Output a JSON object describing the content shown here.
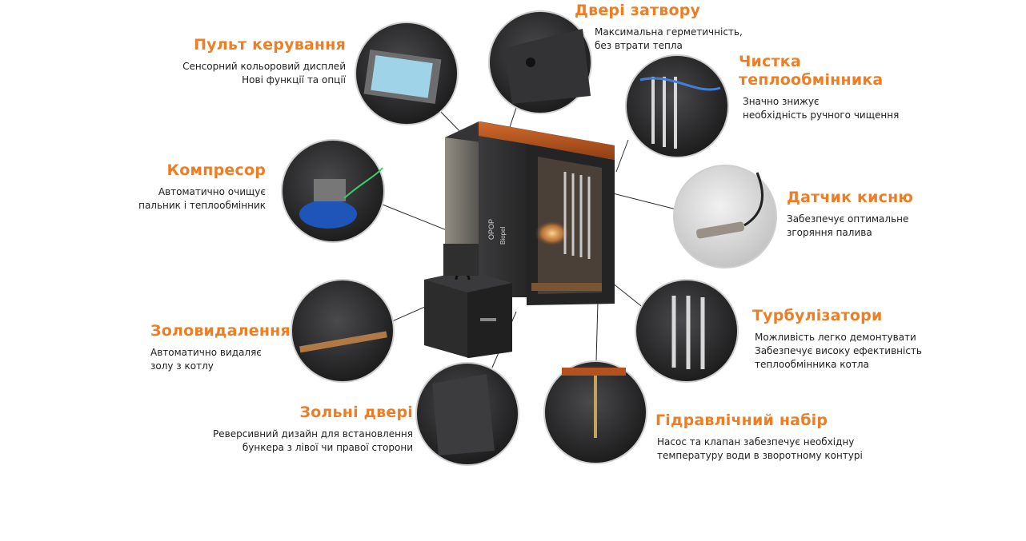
{
  "callouts": {
    "control_panel": {
      "title": "Пульт керування",
      "lines": [
        "Сенсорний кольоровий дисплей",
        "Нові функції та опції"
      ]
    },
    "compressor": {
      "title": "Компресор",
      "lines": [
        "Автоматично очищує",
        "пальник і теплообмінник"
      ]
    },
    "ash_removal": {
      "title": "Золовидалення",
      "lines": [
        "Автоматично видаляє",
        "золу з котлу"
      ]
    },
    "ash_door": {
      "title": "Зольні двері",
      "lines": [
        "Реверсивний дизайн для встановлення",
        "бункера з лівої чи правої сторони"
      ]
    },
    "shutter_door": {
      "title": "Двері затвору",
      "lines": [
        "Максимальна герметичність,",
        "без втрати тепла"
      ]
    },
    "heat_exchanger_cleaning": {
      "title_lines": [
        "Чистка",
        "теплообмінника"
      ],
      "lines": [
        "Значно знижує",
        "необхідність ручного чищення"
      ]
    },
    "oxygen_sensor": {
      "title": "Датчик кисню",
      "lines": [
        "Забезпечує оптимальне",
        "згоряння палива"
      ]
    },
    "turbulators": {
      "title": "Турбулізатори",
      "lines": [
        "Можливість легко демонтувати",
        "Забезпечує високу ефективність",
        "теплообмінника котла"
      ]
    },
    "hydraulic_set": {
      "title": "Гідравлічний набір",
      "lines": [
        "Насос та клапан забезпечує необхідну",
        "температуру води в зворотному контурі"
      ]
    }
  },
  "boiler": {
    "brand": "OPOP",
    "model": "Biopel"
  },
  "colors": {
    "accent": "#ee7d23",
    "boiler_body": "#2f2f30",
    "copper_top": "#b5501f",
    "line": "#2a2a2a"
  }
}
